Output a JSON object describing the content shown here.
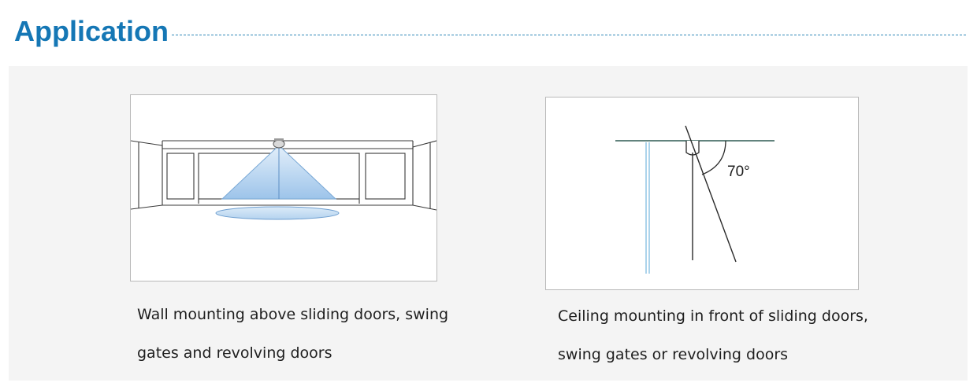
{
  "header": {
    "title": "Application"
  },
  "figures": [
    {
      "name": "wall-mounting",
      "caption_lines": [
        "Wall mounting above sliding doors, swing",
        "gates and revolving doors"
      ]
    },
    {
      "name": "ceiling-mounting",
      "angle_label": "70°",
      "caption_lines": [
        "Ceiling mounting in front of sliding doors,",
        "swing gates or revolving doors"
      ]
    }
  ],
  "colors": {
    "title": "#1577b5",
    "panel_background": "#f4f4f4",
    "detection_fill": "#a9cdef"
  }
}
